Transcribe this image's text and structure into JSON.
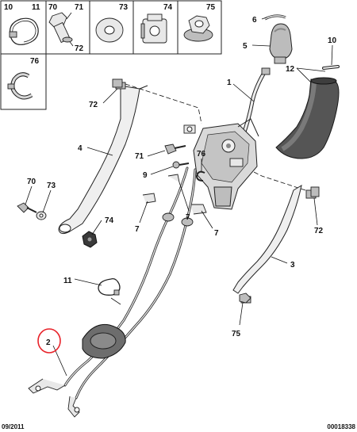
{
  "thumbnails": {
    "cells": [
      {
        "numbers": [
          "10",
          "11"
        ]
      },
      {
        "numbers": [
          "70",
          "71",
          "72"
        ]
      },
      {
        "numbers": [
          "73"
        ]
      },
      {
        "numbers": [
          "74"
        ]
      },
      {
        "numbers": [
          "75"
        ]
      },
      {
        "numbers": [
          "76"
        ]
      }
    ]
  },
  "callouts": {
    "c1": "1",
    "c2": "2",
    "c3": "3",
    "c4": "4",
    "c5": "5",
    "c6": "6",
    "c7a": "7",
    "c7b": "7",
    "c7c": "7",
    "c9": "9",
    "c10": "10",
    "c11": "11",
    "c12": "12",
    "c70": "70",
    "c71": "71",
    "c72a": "72",
    "c72b": "72",
    "c73": "73",
    "c74": "74",
    "c75": "75",
    "c76": "76"
  },
  "footer": {
    "date": "09/2011",
    "reference": "00018338"
  },
  "colors": {
    "highlight_circle": "#e8232a"
  }
}
